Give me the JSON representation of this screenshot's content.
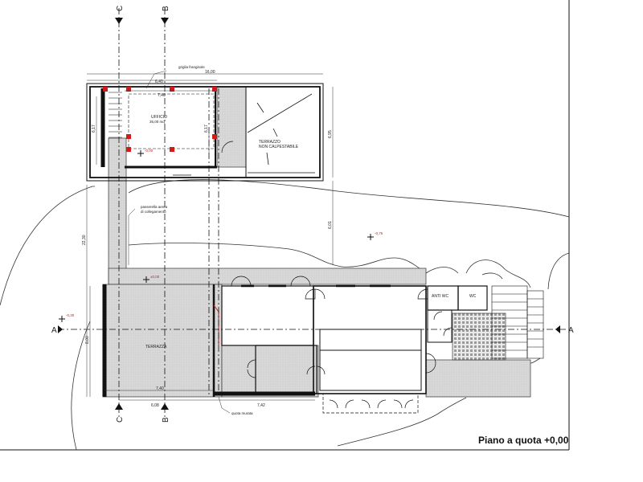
{
  "drawing": {
    "title": "Piano a quota +0,00",
    "section_marks": {
      "a": "A",
      "b": "B",
      "c": "C"
    },
    "rooms": {
      "office": "UFFICIO",
      "office_area": "35,00 mq",
      "terrace_upper_1": "TERRAZZO",
      "terrace_upper_2": "NON CALPESTABILE",
      "terrace_lower": "TERRAZZA",
      "anti_wc": "ANTI WC",
      "wc": "WC"
    },
    "notes": {
      "grill": "griglia frangisole",
      "walkway_1": "passerella aerea",
      "walkway_2": "di collegamento",
      "curtain_wall": "quota murata"
    },
    "dimensions": {
      "d_1600": "16,00",
      "d_640": "6,40",
      "d_740a": "7,40",
      "d_617a": "6,17",
      "d_617b": "6,17",
      "d_695": "6,95",
      "d_601": "6,01",
      "d_2230": "22,30",
      "d_800": "8,00",
      "d_740b": "7,40",
      "d_608": "6,08",
      "d_742": "7,42"
    },
    "levels": {
      "lvl_office": "-0,00",
      "lvl_walk": "±0,00",
      "lvl_right": "-0,75",
      "lvl_left": "-0,30"
    },
    "colors": {
      "line": "#111111",
      "hatch_fill": "#d6d6d6",
      "column_red": "#d11a1a",
      "accent_red": "#cc2222"
    }
  }
}
